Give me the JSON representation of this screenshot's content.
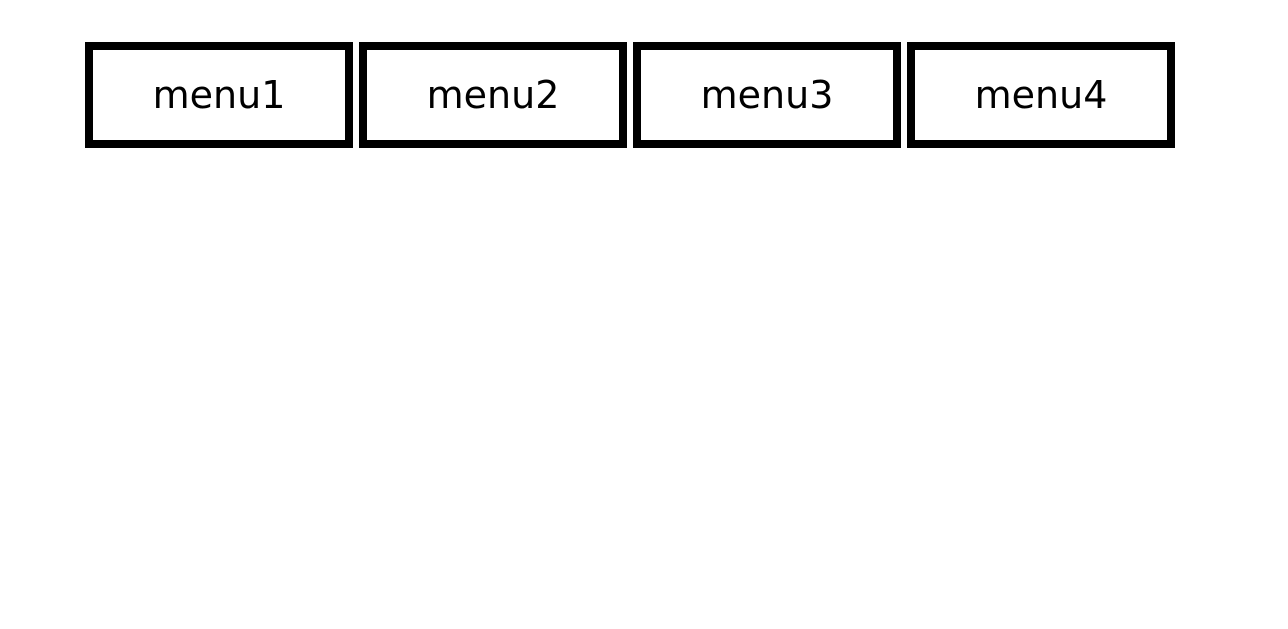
{
  "page": {
    "background_color": "#ffffff",
    "text_color": "#000000",
    "border_color": "#000000"
  },
  "menu_bar": {
    "items": [
      {
        "label": "menu1"
      },
      {
        "label": "menu2"
      },
      {
        "label": "menu3"
      },
      {
        "label": "menu4"
      }
    ]
  },
  "content": {
    "body_text": ""
  }
}
